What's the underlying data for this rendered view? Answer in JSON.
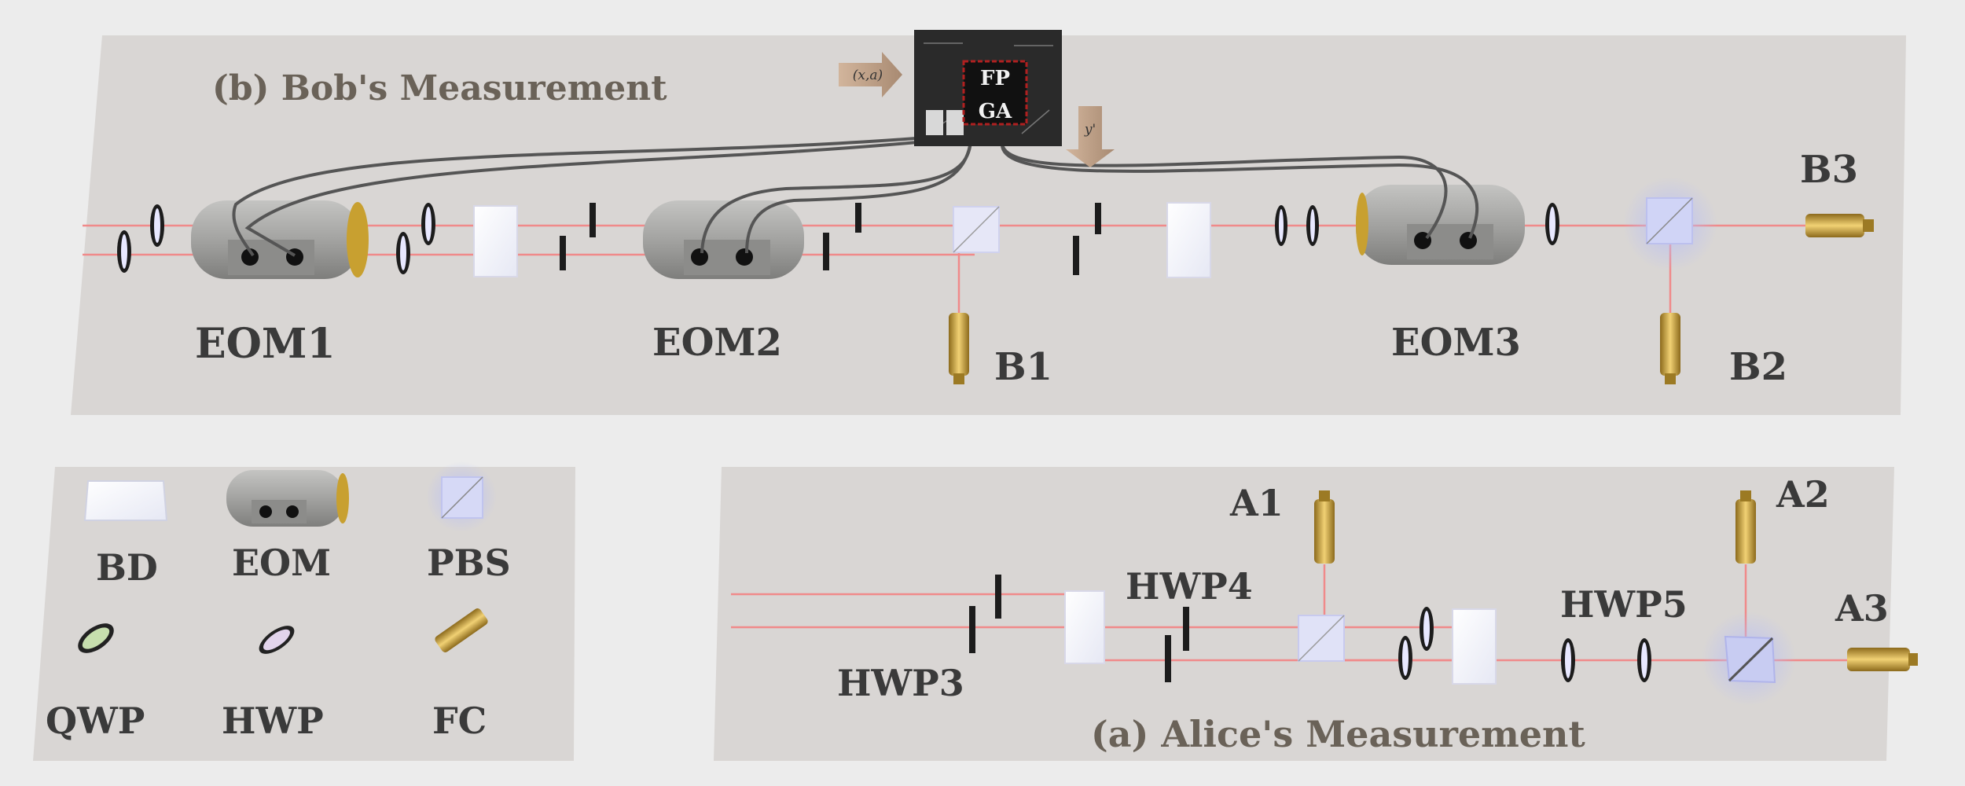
{
  "bob": {
    "title": "(b) Bob's Measurement",
    "eom1": "EOM1",
    "eom2": "EOM2",
    "eom3": "EOM3",
    "b1": "B1",
    "b2": "B2",
    "b3": "B3",
    "fpga_top": "FP",
    "fpga_bottom": "GA",
    "input_arrow": "(x,a)",
    "output_arrow": "y'"
  },
  "alice": {
    "title": "(a) Alice's Measurement",
    "hwp3": "HWP3",
    "hwp4": "HWP4",
    "hwp5": "HWP5",
    "a1": "A1",
    "a2": "A2",
    "a3": "A3"
  },
  "legend": {
    "bd": "BD",
    "eom": "EOM",
    "pbs": "PBS",
    "qwp": "QWP",
    "hwp": "HWP",
    "fc": "FC"
  },
  "colors": {
    "beam": "#f08a8a",
    "panel": "#d9d6d4",
    "eom_body": "#a7a7a5",
    "fc_gold": "#d8b040",
    "pbs": "#c9cdf2",
    "fpga_board": "#2a2a2a"
  }
}
